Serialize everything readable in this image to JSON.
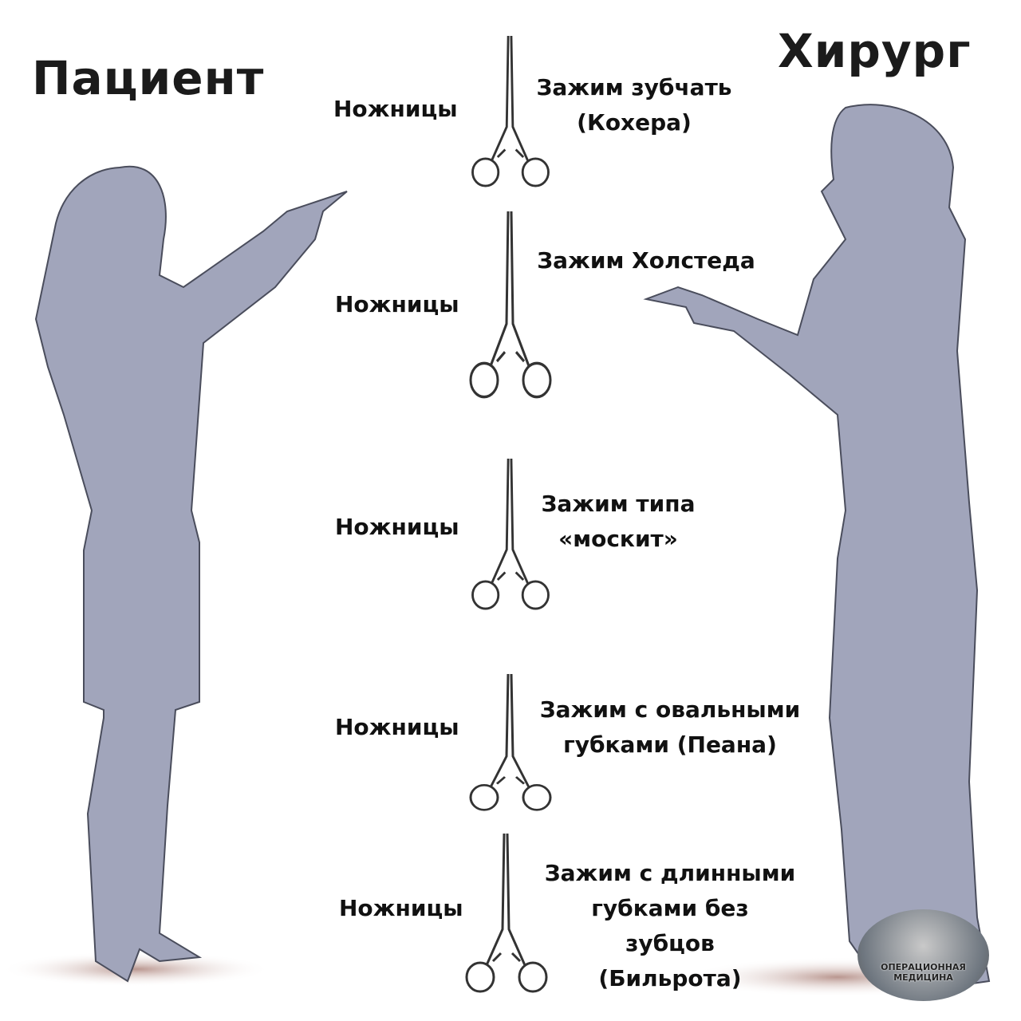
{
  "titles": {
    "patient": "Пациент",
    "surgeon": "Хирург"
  },
  "rows": [
    {
      "left": "Ножницы",
      "right": [
        "Зажим зубчать",
        "(Кохера)"
      ]
    },
    {
      "left": "Ножницы",
      "right": [
        "Зажим Холстеда"
      ]
    },
    {
      "left": "Ножницы",
      "right": [
        "Зажим типа",
        "«москит»"
      ]
    },
    {
      "left": "Ножницы",
      "right": [
        "Зажим с овальными",
        "губками (Пеана)"
      ]
    },
    {
      "left": "Ножницы",
      "right": [
        "Зажим с длинными",
        "губками без",
        "зубцов",
        "(Бильрота)"
      ]
    }
  ],
  "watermark": [
    "ОПЕРАЦИОННАЯ",
    "МЕДИЦИНА"
  ],
  "colors": {
    "figure": "#a1a5bb",
    "figure_outline": "#4a4d5c",
    "text": "#111111"
  }
}
